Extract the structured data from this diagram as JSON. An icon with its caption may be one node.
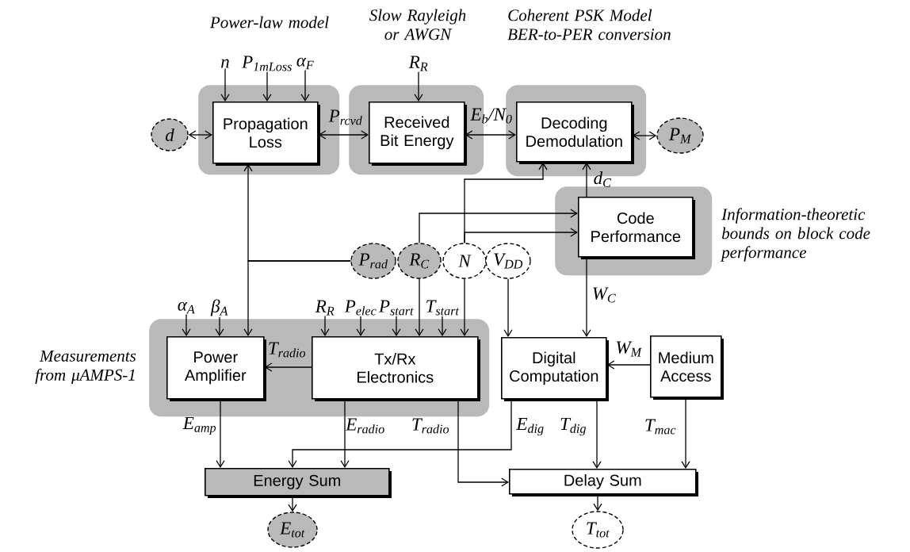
{
  "diagram": {
    "nodes": [
      {
        "text": [
          "Power-law model"
        ]
      },
      {
        "text": [
          "Propagation Loss"
        ],
        "in": 0
      },
      {
        "text": [
          "Slow Rayleigh or AWGN"
        ]
      },
      {
        "text": [
          "Received Bit Energy"
        ],
        "in": 2
      },
      {
        "text": [
          "Coherent PSK Model BER-to-PER conversion"
        ]
      },
      {
        "text": [
          "Decoding Demodulation"
        ],
        "in": 4
      },
      {
        "text": [
          "d"
        ]
      },
      {
        "text": [
          "P$_{M}$"
        ]
      },
      {
        "text": [
          "n"
        ]
      },
      {
        "text": [
          "P$_{1mLoss}$"
        ]
      },
      {
        "text": [
          "α$_{F}$"
        ]
      },
      {
        "text": [
          "R$_{R}$"
        ]
      },
      {
        "text": [
          "Information-theoretic bounds on block code performance"
        ]
      },
      {
        "text": [
          "Code Performance"
        ],
        "in": 12
      },
      {
        "text": [
          "P$_{rad}$"
        ]
      },
      {
        "text": [
          "R$_{C}$"
        ]
      },
      {
        "text": [
          "N"
        ]
      },
      {
        "text": [
          "V$_{DD}$"
        ]
      },
      {
        "text": [
          "Measurements from μAMPS-1"
        ]
      },
      {
        "text": [
          "Power Amplifier"
        ],
        "in": 18
      },
      {
        "text": [
          "Tx/Rx Electronics"
        ],
        "in": 18
      },
      {
        "text": [
          "α$_{A}$"
        ]
      },
      {
        "text": [
          "β$_{A}$"
        ]
      },
      {
        "text": [
          "R$_{R}$"
        ]
      },
      {
        "text": [
          "P$_{elec}$"
        ]
      },
      {
        "text": [
          "P$_{start}$"
        ]
      },
      {
        "text": [
          "T$_{start}$"
        ]
      },
      {
        "text": [
          "Digital Computation"
        ]
      },
      {
        "text": [
          "Medium Access"
        ]
      },
      {
        "text": [
          "Energy Sum"
        ]
      },
      {
        "text": [
          "Delay Sum"
        ]
      },
      {
        "text": [
          "E$_{tot}$"
        ]
      },
      {
        "text": [
          "T$_{tot}$"
        ]
      }
    ],
    "edges": [
      {
        "from": 6,
        "to": 1,
        "arrow": "both"
      },
      {
        "from": 1,
        "to": 3,
        "arrow": "both",
        "label": "P$_{rcvd}$"
      },
      {
        "from": 3,
        "to": 5,
        "arrow": "both",
        "label": "E$_{b}$/N$_{0}$"
      },
      {
        "from": 5,
        "to": 7,
        "arrow": "both"
      },
      {
        "from": 8,
        "to": 1,
        "arrow": "to"
      },
      {
        "from": 9,
        "to": 1,
        "arrow": "to"
      },
      {
        "from": 10,
        "to": 1,
        "arrow": "to"
      },
      {
        "from": 11,
        "to": 3,
        "arrow": "to"
      },
      {
        "from": 14,
        "to": 1,
        "arrow": "to"
      },
      {
        "from": 14,
        "to": 19,
        "arrow": "to"
      },
      {
        "from": 15,
        "to": 13,
        "arrow": "to"
      },
      {
        "from": 15,
        "to": 20,
        "arrow": "to"
      },
      {
        "from": 16,
        "to": 5,
        "arrow": "to"
      },
      {
        "from": 16,
        "to": 13,
        "arrow": "to"
      },
      {
        "from": 16,
        "to": 20,
        "arrow": "to"
      },
      {
        "from": 17,
        "to": 27,
        "arrow": "to"
      },
      {
        "from": 13,
        "to": 5,
        "arrow": "to",
        "label": "d$_{C}$"
      },
      {
        "from": 13,
        "to": 27,
        "arrow": "to",
        "label": "W$_{C}$"
      },
      {
        "from": 21,
        "to": 19,
        "arrow": "to"
      },
      {
        "from": 22,
        "to": 19,
        "arrow": "to"
      },
      {
        "from": 23,
        "to": 20,
        "arrow": "to"
      },
      {
        "from": 24,
        "to": 20,
        "arrow": "to"
      },
      {
        "from": 25,
        "to": 20,
        "arrow": "to"
      },
      {
        "from": 26,
        "to": 20,
        "arrow": "to"
      },
      {
        "from": 20,
        "to": 19,
        "arrow": "to",
        "label": "T$_{radio}$"
      },
      {
        "from": 28,
        "to": 27,
        "arrow": "to",
        "label": "W$_{M}$"
      },
      {
        "from": 19,
        "to": 29,
        "arrow": "to",
        "label": "E$_{amp}$"
      },
      {
        "from": 20,
        "to": 29,
        "arrow": "to",
        "label": "E$_{radio}$"
      },
      {
        "from": 20,
        "to": 30,
        "arrow": "to",
        "label": "T$_{radio}$"
      },
      {
        "from": 27,
        "to": 29,
        "arrow": "to",
        "label": "E$_{dig}$"
      },
      {
        "from": 27,
        "to": 30,
        "arrow": "to",
        "label": "T$_{dig}$"
      },
      {
        "from": 28,
        "to": 30,
        "arrow": "to",
        "label": "T$_{mac}$"
      },
      {
        "from": 29,
        "to": 31,
        "arrow": "to"
      },
      {
        "from": 30,
        "to": 32,
        "arrow": "to"
      }
    ]
  }
}
